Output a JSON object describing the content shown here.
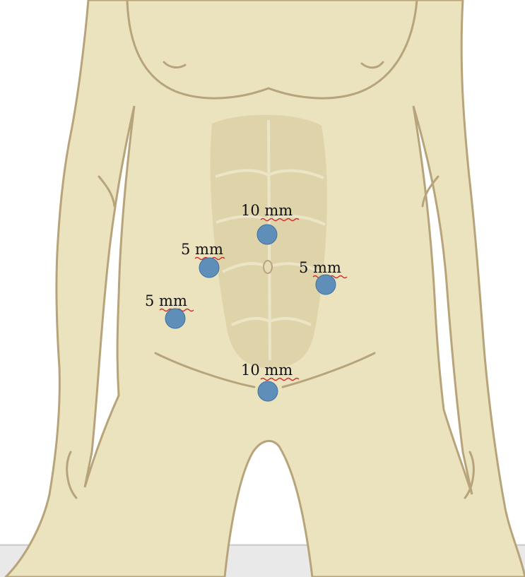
{
  "colors": {
    "background": "#ffffff",
    "floor": "#e9e9e9",
    "skin": "#ebe2be",
    "outline": "#b7a47a",
    "abdominal_shade": "#dfd3aa",
    "port": "#5f8fb8",
    "spellcheck_underline": "#d0312d"
  },
  "ports": [
    {
      "id": "port-upper-midline",
      "label": "10 mm"
    },
    {
      "id": "port-right-upper",
      "label": "5 mm"
    },
    {
      "id": "port-left-upper",
      "label": "5 mm"
    },
    {
      "id": "port-right-lower",
      "label": "5 mm"
    },
    {
      "id": "port-suprapubic",
      "label": "10 mm"
    }
  ]
}
